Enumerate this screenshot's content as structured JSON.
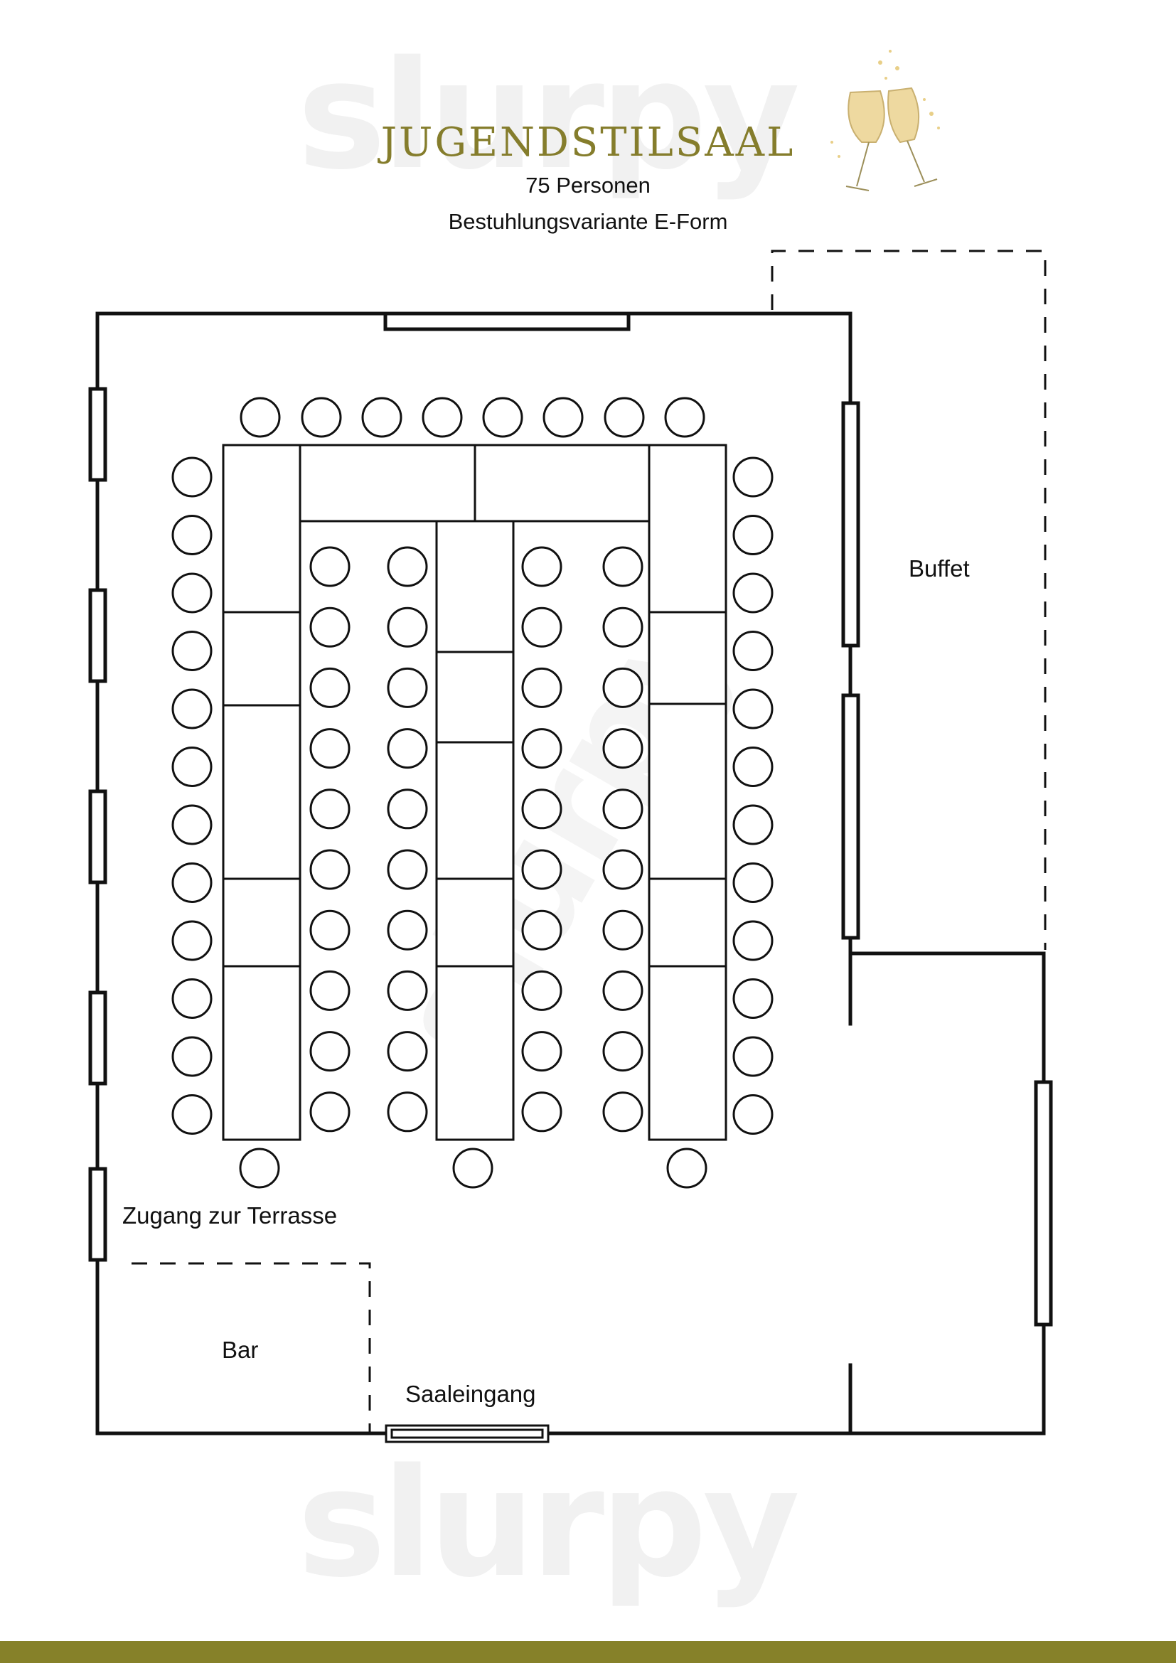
{
  "header": {
    "title": "JUGENDSTILSAAL",
    "capacity": "75 Personen",
    "variant": "Bestuhlungsvariante E-Form"
  },
  "labels": {
    "buffet": "Buffet",
    "terrace_access": "Zugang zur Terrasse",
    "bar": "Bar",
    "entrance": "Saaleingang"
  },
  "watermark": {
    "brand": "slurpy"
  },
  "colors": {
    "title": "#857d2c",
    "footer_bar": "#868129",
    "line": "#111111"
  },
  "icons": {
    "logo": "champagne-glasses-icon"
  }
}
